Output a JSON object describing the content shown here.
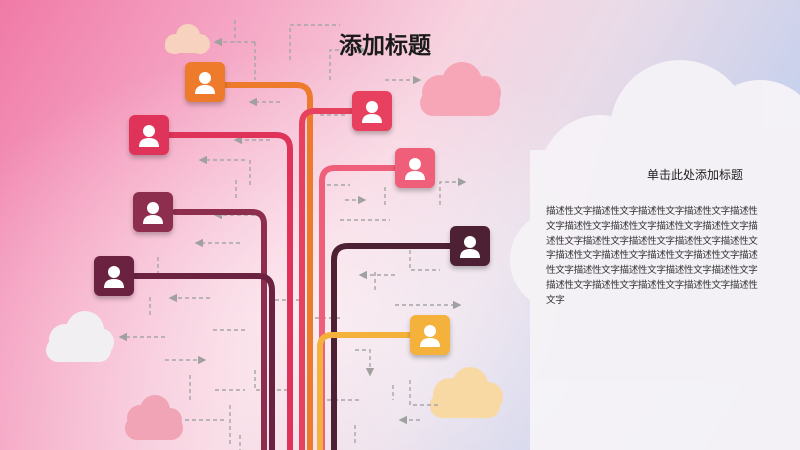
{
  "slide": {
    "title": "添加标题",
    "subtitle": "单击此处添加标题",
    "body": "描述性文字描述性文字描述性文字描述性文字描述性文字描述性文字描述性文字描述性文字描述性文字描述性文字描述性文字描述性文字描述性文字描述性文字描述性文字描述性文字描述性文字描述性文字描述性文字描述性文字描述性文字描述性文字描述性文字描述性文字描述性文字描述性文字描述性文字描述性文字"
  },
  "colors": {
    "orange": "#ee7a2c",
    "crimson": "#e0335a",
    "red": "#e8415f",
    "coral": "#ef5a72",
    "pink": "#f05f7a",
    "wine": "#8e2e4e",
    "plum": "#6b2240",
    "dark_plum": "#4e2034",
    "gold": "#f4b13c"
  },
  "avatars": [
    {
      "id": "orange",
      "icon": "user-icon"
    },
    {
      "id": "crimson",
      "icon": "user-icon"
    },
    {
      "id": "red",
      "icon": "user-icon"
    },
    {
      "id": "pink",
      "icon": "user-icon"
    },
    {
      "id": "wine",
      "icon": "user-icon"
    },
    {
      "id": "plum",
      "icon": "user-icon"
    },
    {
      "id": "dark_plum",
      "icon": "user-icon"
    },
    {
      "id": "gold",
      "icon": "user-icon"
    }
  ]
}
